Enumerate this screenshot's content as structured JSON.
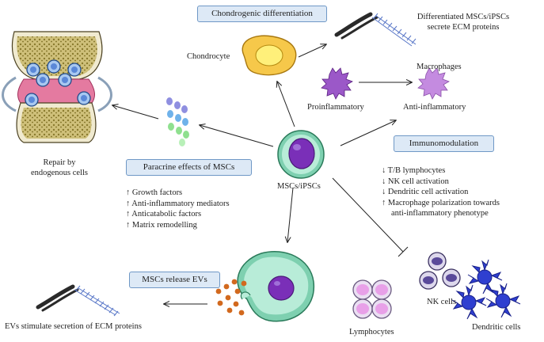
{
  "labels": {
    "chondrogenic": "Chondrogenic differentiation",
    "chondrocyte": "Chondrocyte",
    "differentiated_line1": "Differentiated MSCs/iPSCs",
    "differentiated_line2": "secrete ECM proteins",
    "macrophages": "Macrophages",
    "proinflammatory": "Proinflammatory",
    "anti_inflammatory": "Anti-inflammatory",
    "immunomodulation": "Immunomodulation",
    "repair_line1": "Repair by",
    "repair_line2": "endogenous cells",
    "paracrine": "Paracrine effects of MSCs",
    "msc_center": "MSCs/iPSCs",
    "release_evs": "MSCs release EVs",
    "evs_stimulate": "EVs stimulate secretion of ECM proteins",
    "lymphocytes": "Lymphocytes",
    "nk_cells": "NK cells",
    "dendritic_cells": "Dendritic cells"
  },
  "paracrine_effects": [
    "↑ Growth factors",
    "↑ Anti-inflammatory mediators",
    "↑ Anticatabolic factors",
    "↑ Matrix remodelling"
  ],
  "immunomodulation_effects": [
    "↓ T/B lymphocytes",
    "↓ NK cell activation",
    "↓ Dendritic cell activation",
    "↑ Macrophage polarization towards",
    "   anti-inflammatory phenotype"
  ],
  "colors": {
    "box_fill": "#dde9f6",
    "box_border": "#6f98c6",
    "msc_nucleus": "#7a2fb8",
    "chondrocyte": "#f6c84a",
    "proinflammatory": "#9b58c8",
    "anti_inflammatory": "#c48be0",
    "dendritic": "#2f3fd0",
    "ev": "#d2691e"
  }
}
